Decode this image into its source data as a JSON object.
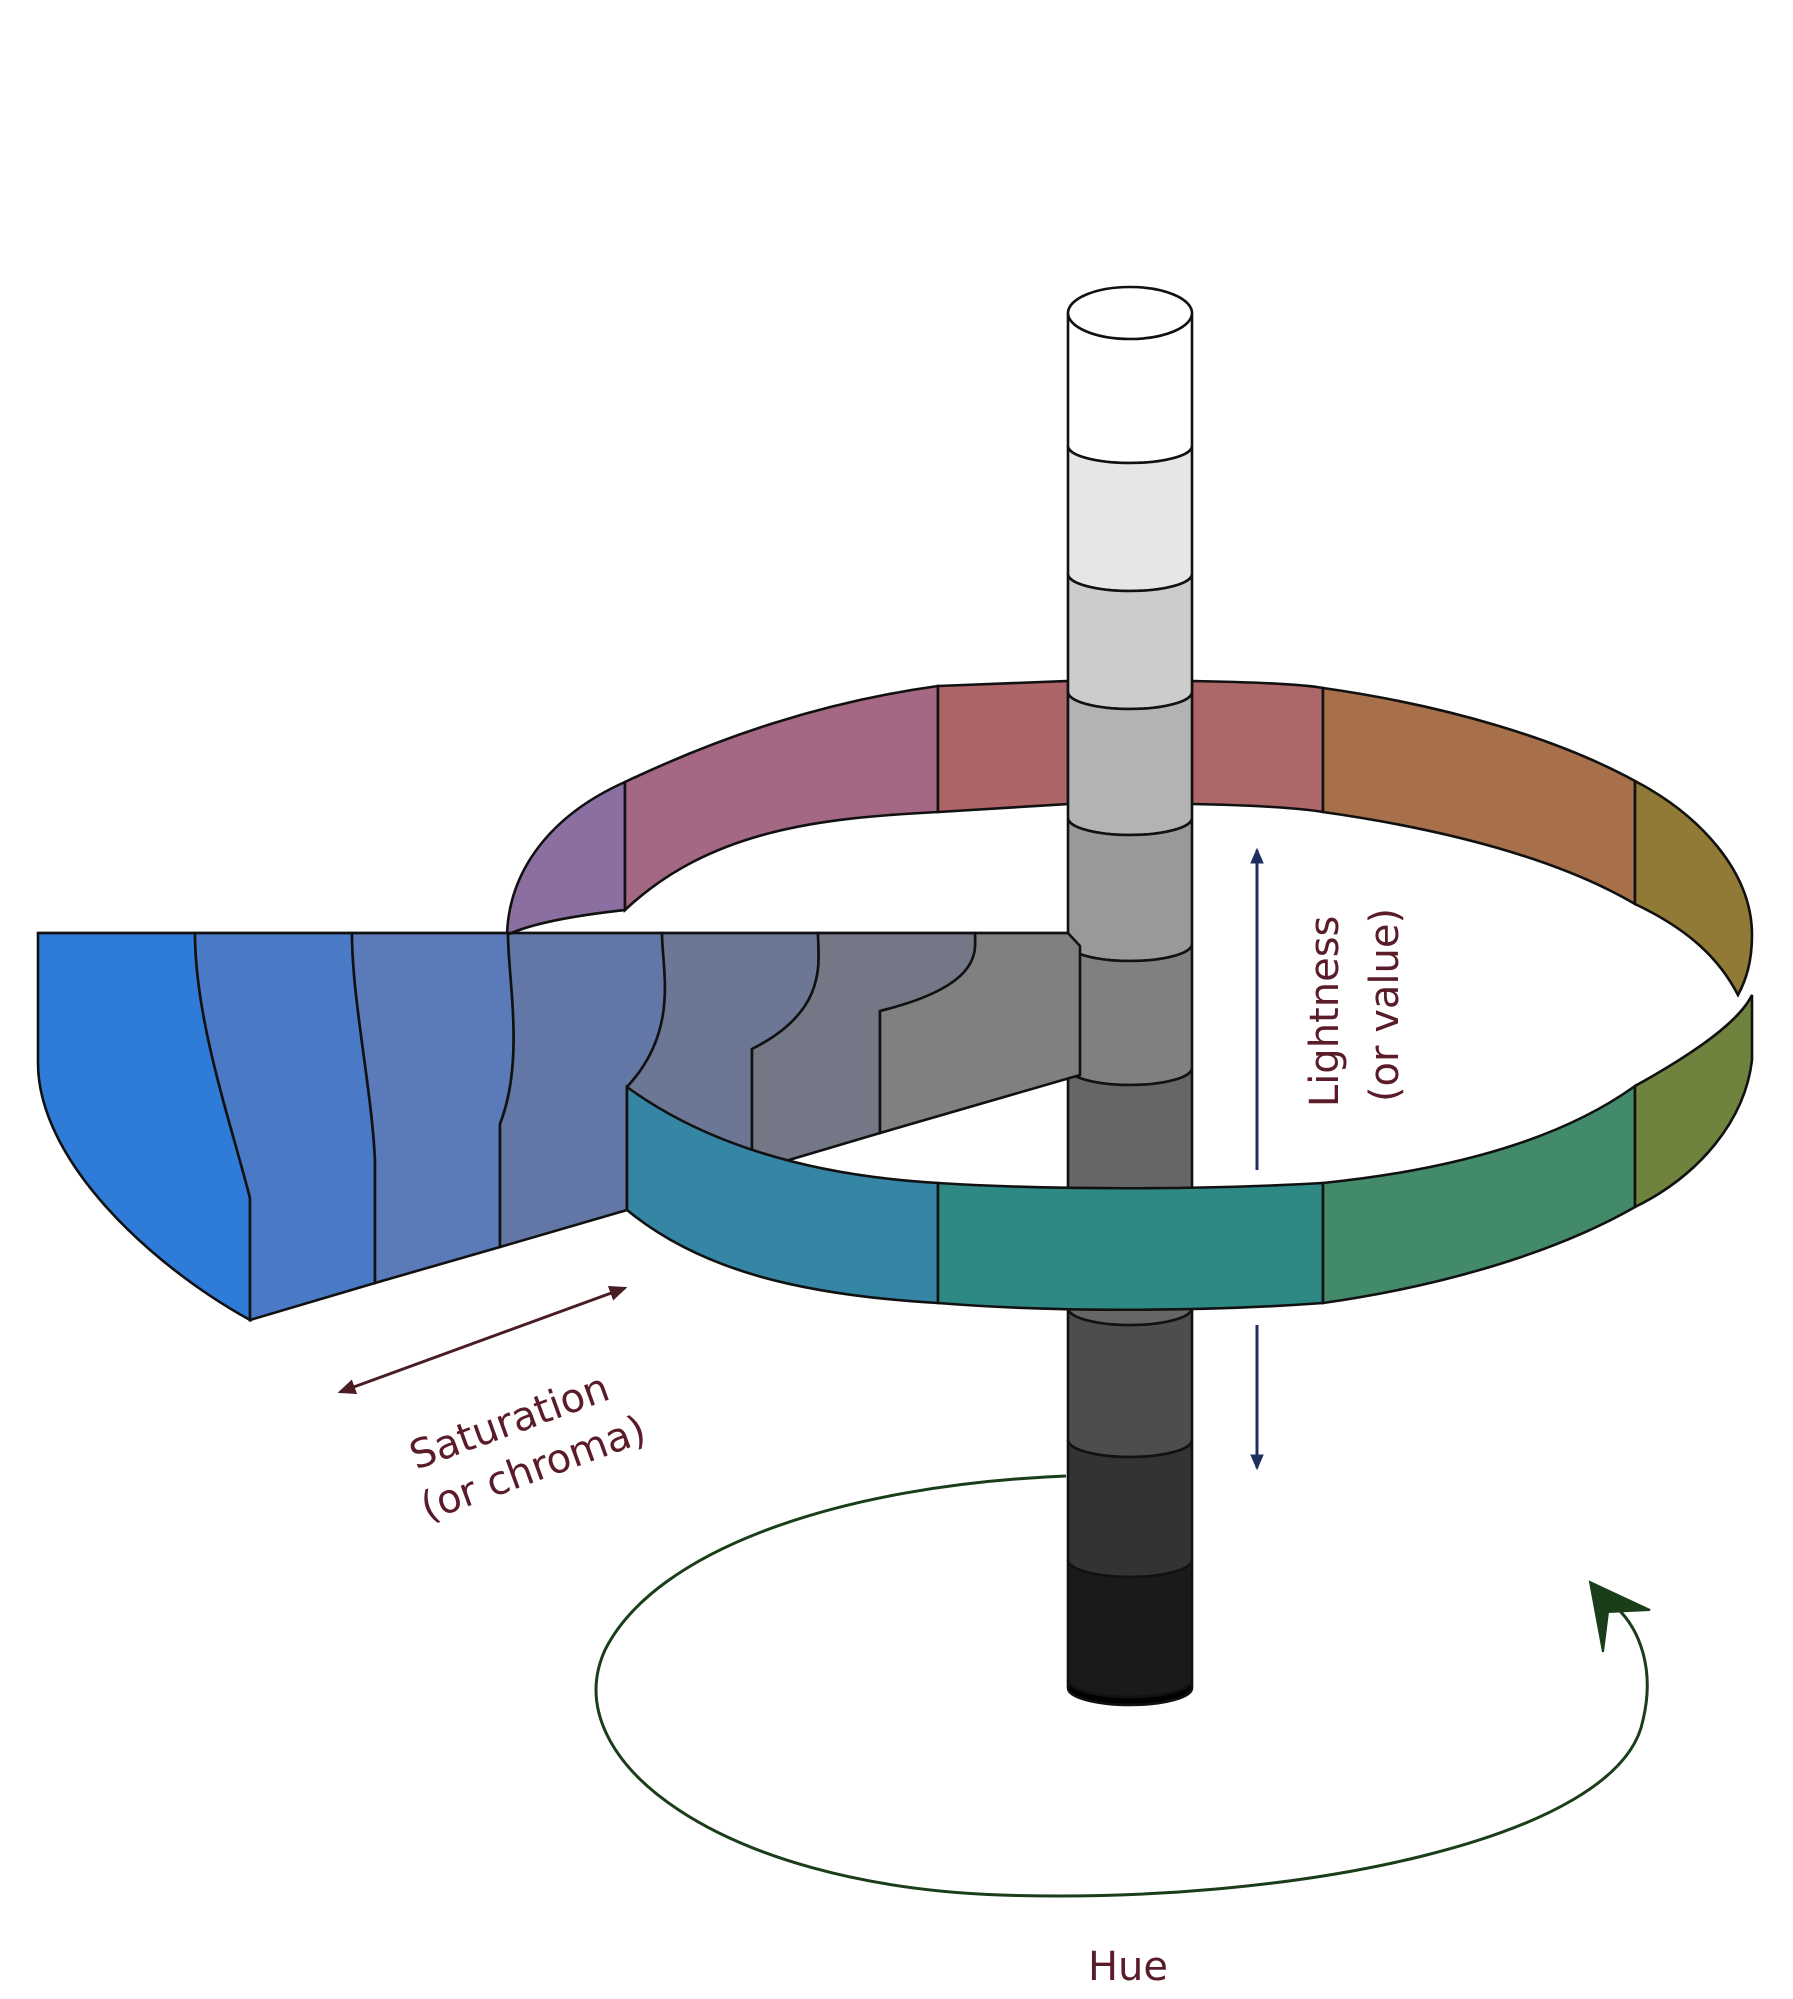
{
  "labels": {
    "lightness": [
      "Lightness",
      "(or value)"
    ],
    "saturation": [
      "Saturation",
      "(or chroma)"
    ],
    "hue": "Hue"
  },
  "colors": {
    "label_text": "#5a1c28",
    "saturation_arrow": "#4a1c24",
    "lightness_arrow": "#1c2f5e",
    "hue_arrow": "#1a3d1a",
    "outline": "#111111"
  },
  "lightness_column": {
    "segments_top_to_bottom": [
      "#ffffff",
      "#e6e6e6",
      "#cccccc",
      "#b3b3b3",
      "#999999",
      "#808080",
      "#666666",
      "#4d4d4d",
      "#333333",
      "#1a1a1a",
      "#000000"
    ]
  },
  "hue_ring": {
    "back_segments_left_to_right": [
      "#8a6fa0",
      "#a56884",
      "#ad6567",
      "#ad6768",
      "#a7704b",
      "#917a35"
    ],
    "front_segments_left_to_right": [
      "#3585a5",
      "#2e8985",
      "#438a6b",
      "#6f833f"
    ]
  },
  "saturation_slice": {
    "segments_outer_to_inner": [
      "#2f7cd8",
      "#4a79c5",
      "#5a7aba",
      "#6377a6",
      "#6c7795",
      "#747886",
      "#808080"
    ]
  }
}
